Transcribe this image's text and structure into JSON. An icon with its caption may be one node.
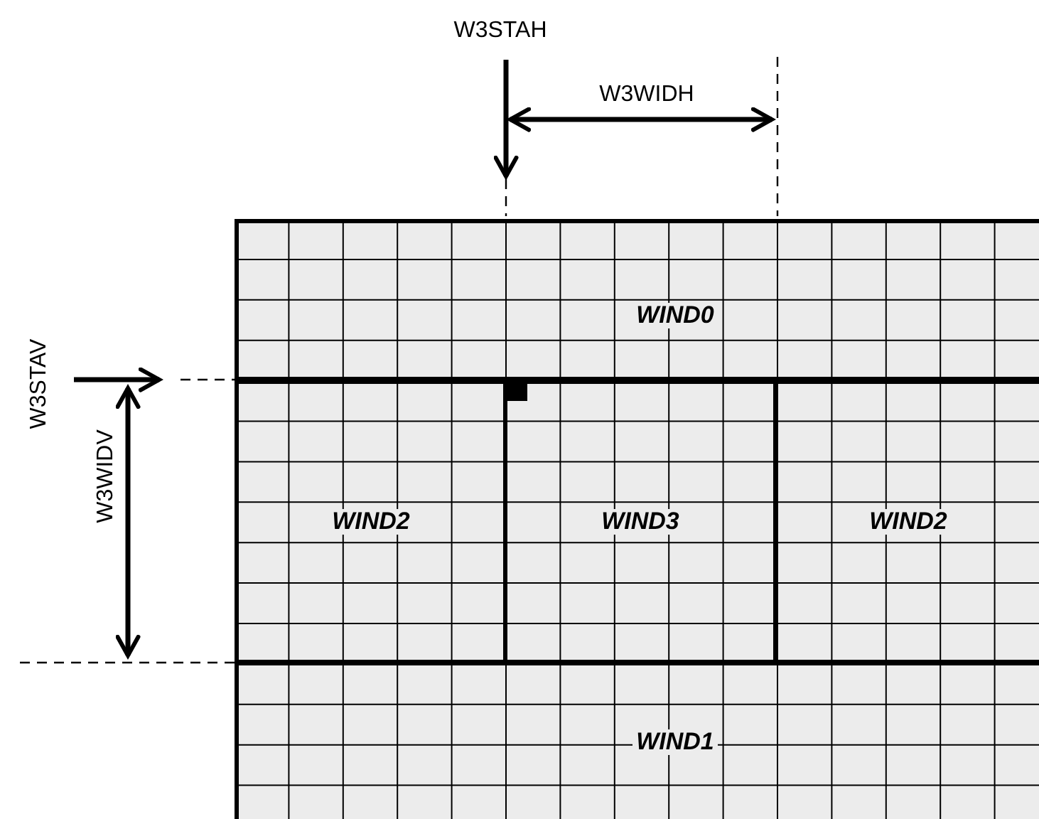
{
  "diagram": {
    "nodes": [
      {
        "text": [
          "WIND0"
        ]
      },
      {
        "text": [
          "WIND2"
        ]
      },
      {
        "text": [
          "WIND3"
        ]
      },
      {
        "text": [
          "WIND2"
        ]
      },
      {
        "text": [
          "WIND1"
        ]
      }
    ],
    "labels": [
      "W3STAH",
      "W3WIDH",
      "W3STAV",
      "W3WIDV"
    ]
  }
}
